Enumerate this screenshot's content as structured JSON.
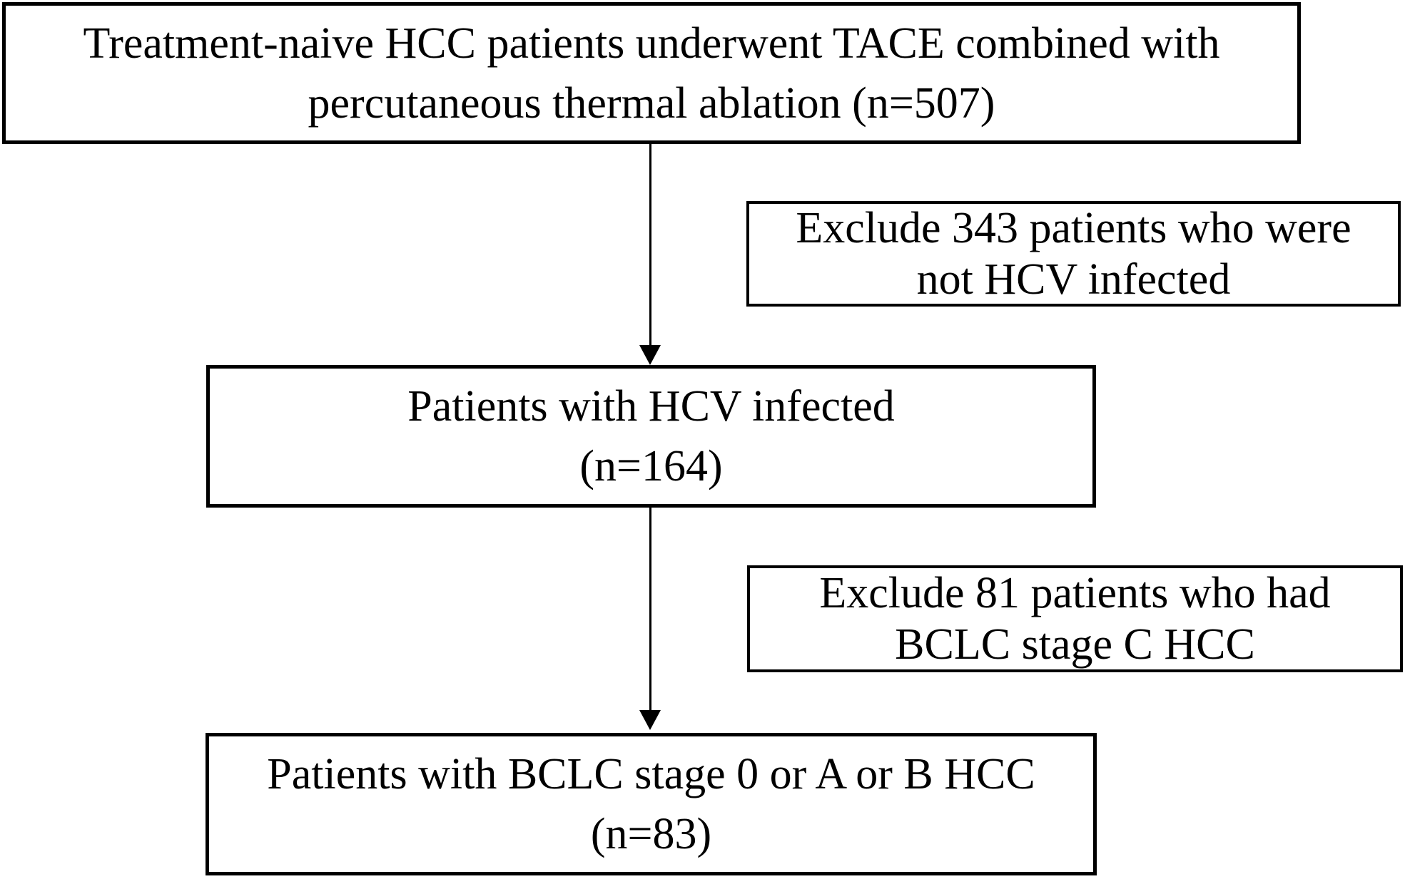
{
  "flowchart": {
    "background_color": "#ffffff",
    "box_border_color": "#000000",
    "text_color": "#000000",
    "nodes": {
      "initial": {
        "line1": "Treatment-naive HCC patients underwent TACE combined with",
        "line2": "percutaneous thermal ablation (n=507)"
      },
      "exclusion1": {
        "line1": "Exclude 343 patients who were",
        "line2": "not HCV infected"
      },
      "hcv": {
        "line1": "Patients with HCV infected",
        "line2": "(n=164)"
      },
      "exclusion2": {
        "line1": "Exclude 81 patients who had",
        "line2": "BCLC stage C HCC"
      },
      "final": {
        "line1": "Patients with BCLC stage 0 or A or B HCC",
        "line2": "(n=83)"
      }
    }
  }
}
